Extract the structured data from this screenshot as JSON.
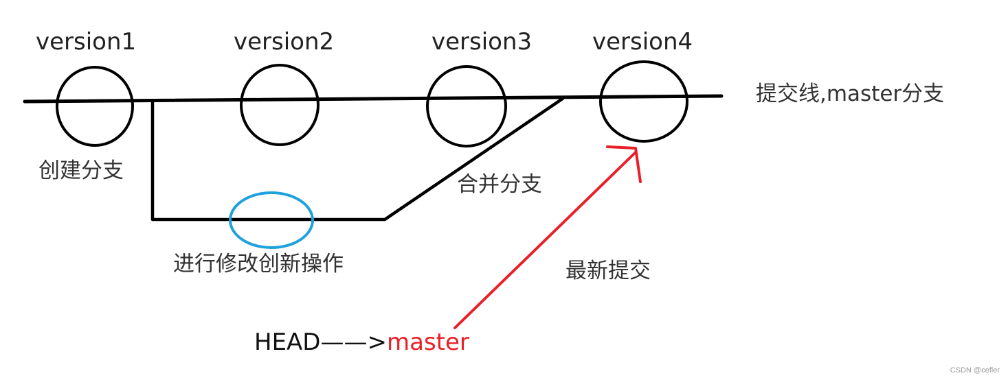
{
  "versions": [
    "version1",
    "version2",
    "version3",
    "version4"
  ],
  "labels": {
    "commit_line": "提交线,master分支",
    "create_branch": "创建分支",
    "merge_branch": "合并分支",
    "modify_ops": "进行修改创新操作",
    "latest_commit": "最新提交",
    "head": "HEAD——>",
    "master": "master"
  },
  "watermark": "CSDN @cefler",
  "colors": {
    "line": "#000000",
    "branch_marker": "#1fa2dc",
    "pointer_arrow": "#e8202a",
    "master_text": "#e8202a"
  }
}
